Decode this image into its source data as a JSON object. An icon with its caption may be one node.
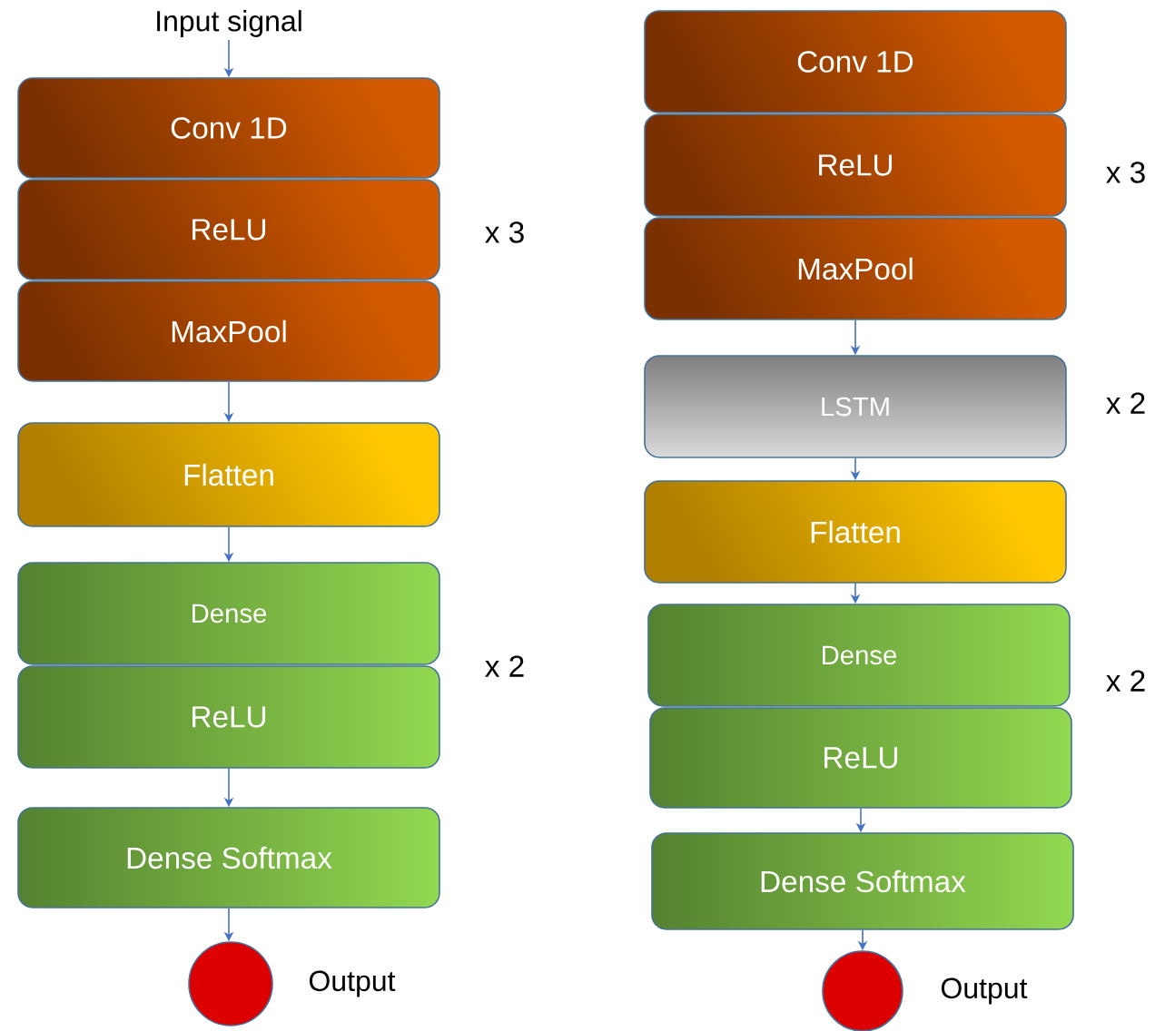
{
  "diagram": {
    "nodes": [
      {
        "text": [
          "Input signal"
        ]
      },
      {
        "text": [
          "Conv 1D"
        ]
      },
      {
        "text": [
          "ReLU"
        ]
      },
      {
        "text": [
          "MaxPool"
        ]
      },
      {
        "text": [
          "Flatten"
        ]
      },
      {
        "text": [
          "Dense"
        ]
      },
      {
        "text": [
          "ReLU"
        ]
      },
      {
        "text": [
          "Dense Softmax"
        ]
      },
      {
        "text": [],
        "shape": "circle",
        "beside": [
          "Output"
        ]
      },
      {
        "text": [
          "Conv 1D"
        ]
      },
      {
        "text": [
          "ReLU"
        ]
      },
      {
        "text": [
          "MaxPool"
        ]
      },
      {
        "text": [
          "LSTM"
        ]
      },
      {
        "text": [
          "Flatten"
        ]
      },
      {
        "text": [
          "Dense"
        ]
      },
      {
        "text": [
          "ReLU"
        ]
      },
      {
        "text": [
          "Dense Softmax"
        ]
      },
      {
        "text": [],
        "shape": "circle",
        "beside": [
          "Output"
        ]
      }
    ],
    "edges": [
      {
        "from": 0,
        "to": 1,
        "arrow": "to"
      },
      {
        "from": 3,
        "to": 4,
        "arrow": "to"
      },
      {
        "from": 4,
        "to": 5,
        "arrow": "to"
      },
      {
        "from": 6,
        "to": 7,
        "arrow": "to"
      },
      {
        "from": 7,
        "to": 8,
        "arrow": "to"
      },
      {
        "from": 11,
        "to": 12,
        "arrow": "to"
      },
      {
        "from": 12,
        "to": 13,
        "arrow": "to"
      },
      {
        "from": 13,
        "to": 14,
        "arrow": "to"
      },
      {
        "from": 15,
        "to": 16,
        "arrow": "to"
      },
      {
        "from": 16,
        "to": 17,
        "arrow": "to"
      }
    ],
    "labels": [
      "x 3",
      "x 2",
      "x 3",
      "x 2",
      "x 2"
    ]
  }
}
